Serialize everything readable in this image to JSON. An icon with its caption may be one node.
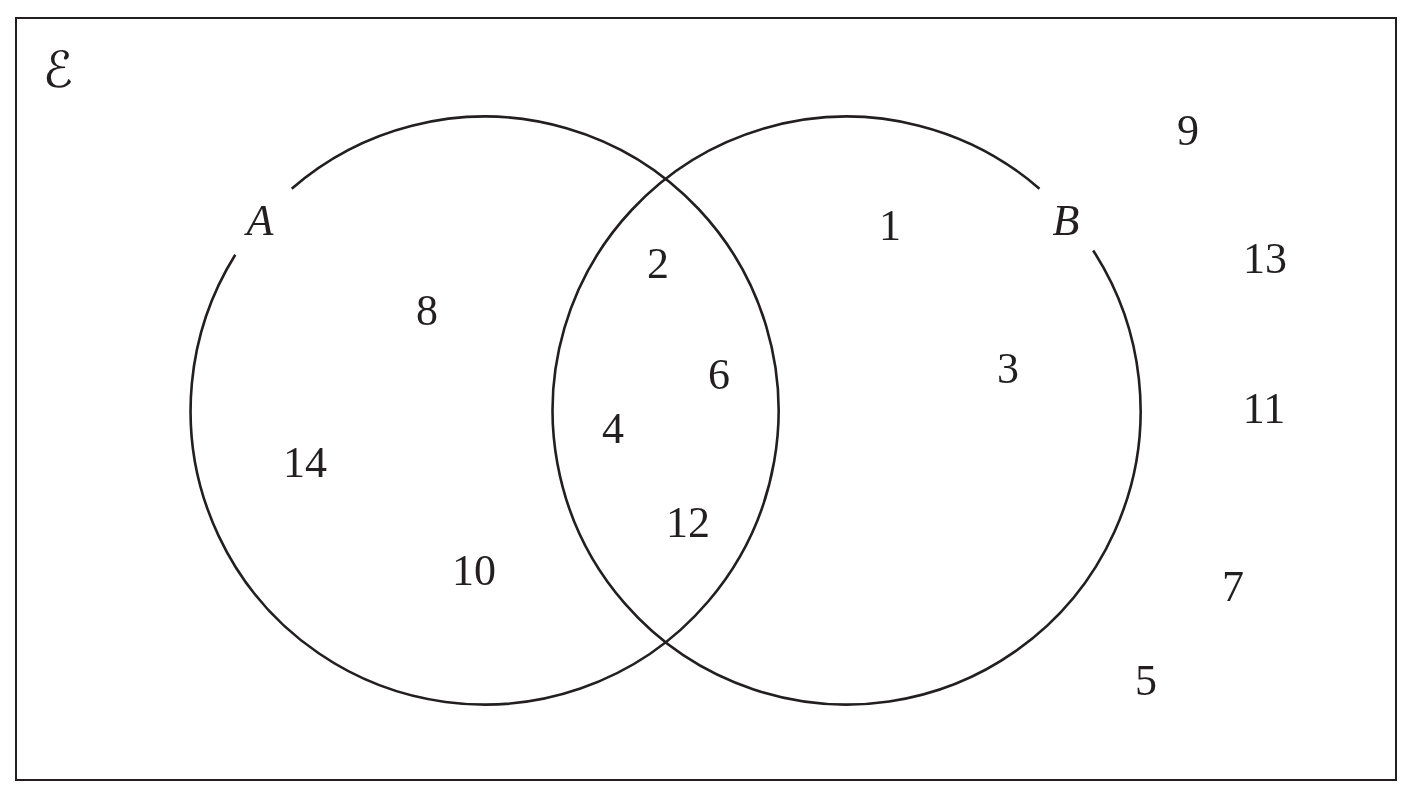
{
  "diagram": {
    "nodes": [
      {
        "text": [
          "ℰ"
        ]
      },
      {
        "text": [
          "A"
        ],
        "in": 0
      },
      {
        "text": [
          "B"
        ],
        "in": 0
      }
    ],
    "labels": [
      "9",
      "1",
      "13",
      "2",
      "8",
      "3",
      "6",
      "11",
      "4",
      "14",
      "12",
      "10",
      "7",
      "5"
    ]
  }
}
